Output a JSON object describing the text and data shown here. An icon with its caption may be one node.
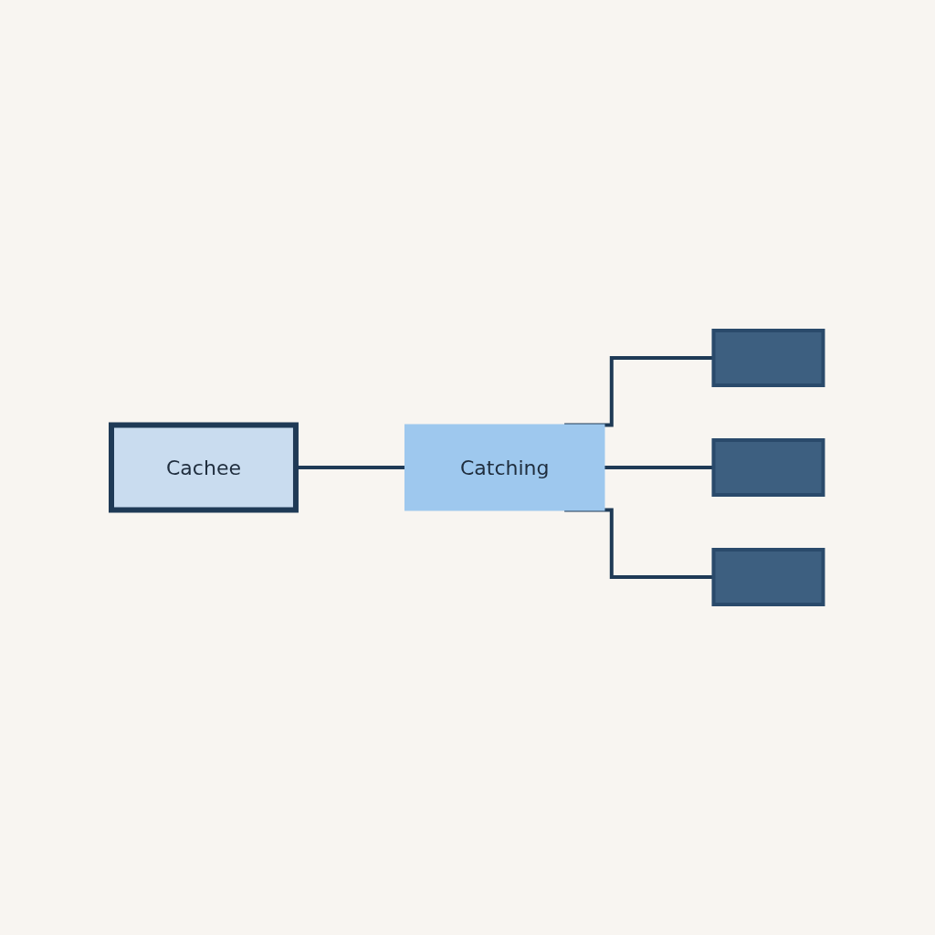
{
  "diagram": {
    "nodes": [
      {
        "text": [
          "Cachee"
        ]
      },
      {
        "text": [
          "Catching"
        ]
      },
      {
        "text": [],
        "shape": "box"
      },
      {
        "text": [],
        "shape": "box"
      },
      {
        "text": [],
        "shape": "box"
      }
    ],
    "edges": [
      {
        "from": 0,
        "to": 1,
        "arrow": "none"
      },
      {
        "from": 1,
        "to": 2,
        "arrow": "none"
      },
      {
        "from": 1,
        "to": 3,
        "arrow": "none"
      },
      {
        "from": 1,
        "to": 4,
        "arrow": "none"
      }
    ]
  }
}
